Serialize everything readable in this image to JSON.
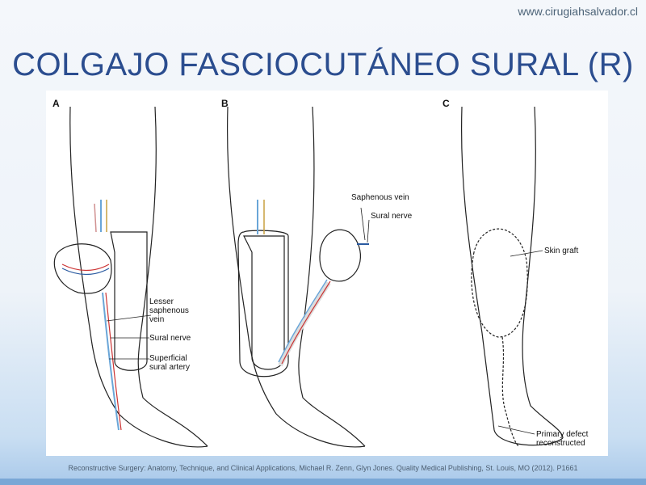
{
  "header": {
    "url": "www.cirugiahsalvador.cl",
    "title": "COLGAJO FASCIOCUTÁNEO SURAL (R)"
  },
  "figure": {
    "panels": [
      "A",
      "B",
      "C"
    ],
    "labels_a": [
      "Lesser",
      "saphenous",
      "vein",
      "Sural nerve",
      "Superficial",
      "sural artery"
    ],
    "labels_b": [
      "Saphenous vein",
      "Sural nerve"
    ],
    "labels_c": [
      "Skin graft",
      "Primary defect",
      "reconstructed"
    ]
  },
  "footer": {
    "citation": "Reconstructive Surgery: Anatomy, Technique, and Clinical Applications, Michael R. Zenn, Glyn Jones. Quality Medical Publishing, St. Louis, MO (2012). P1661"
  }
}
